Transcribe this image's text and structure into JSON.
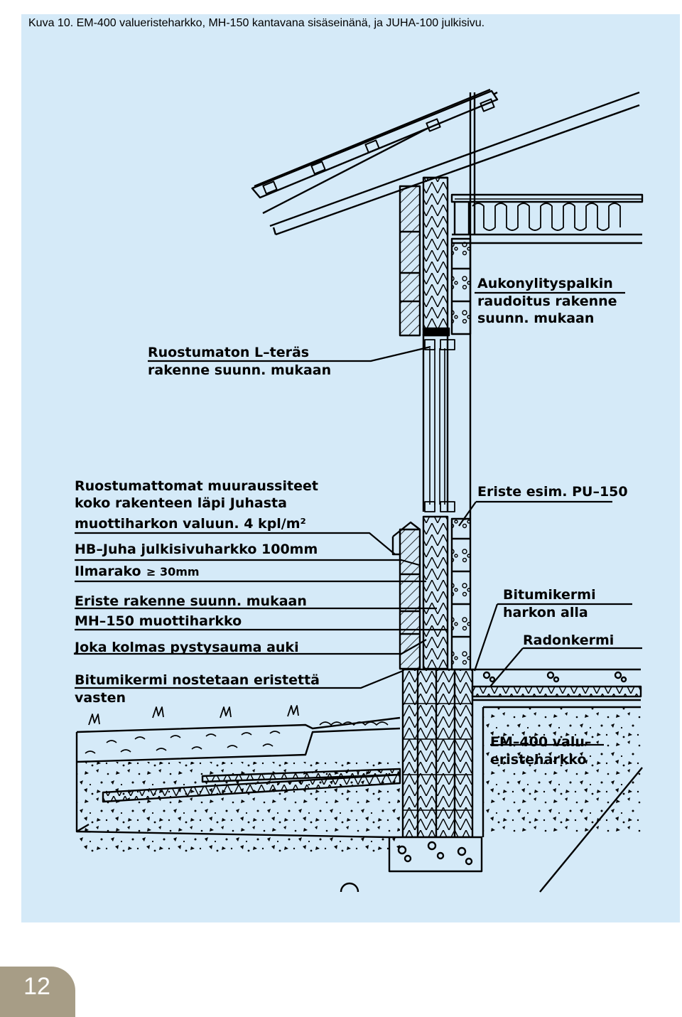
{
  "caption": "Kuva 10. EM-400 valueristeharkko, MH-150 kantavana sisäseinänä, ja JUHA-100 julkisivu.",
  "labels": {
    "aukko_1": "Aukonylityspalkin",
    "aukko_2": "raudoitus rakenne",
    "aukko_3": "suunn. mukaan",
    "lteras_1": "Ruostumaton L–teräs",
    "lteras_2": "rakenne suunn. mukaan",
    "siteet_1": "Ruostumattomat muuraussiteet",
    "siteet_2": "koko rakenteen läpi Juhasta",
    "siteet_3": "muottiharkon valuun. 4 kpl/m²",
    "hbjuha": "HB–Juha julkisivuharkko 100mm",
    "ilmarako": "Ilmarako",
    "ilmarako_val": "≥ 30mm",
    "eriste_rak": "Eriste rakenne suunn. mukaan",
    "mh150": "MH–150 muottiharkko",
    "joka": "Joka kolmas pystysauma auki",
    "bitumi_nost_1": "Bitumikermi nostetaan eristettä",
    "bitumi_nost_2": "vasten",
    "eriste_pu": "Eriste esim. PU–150",
    "bitumi_alla_1": "Bitumikermi",
    "bitumi_alla_2": "harkon alla",
    "radon": "Radonkermi",
    "em400_1": "EM–400 valu–",
    "em400_2": "eristeharkko"
  },
  "page_number": "12",
  "colors": {
    "panel": "#d5eaf8",
    "page_tab": "#a79d86",
    "line": "#000000"
  }
}
